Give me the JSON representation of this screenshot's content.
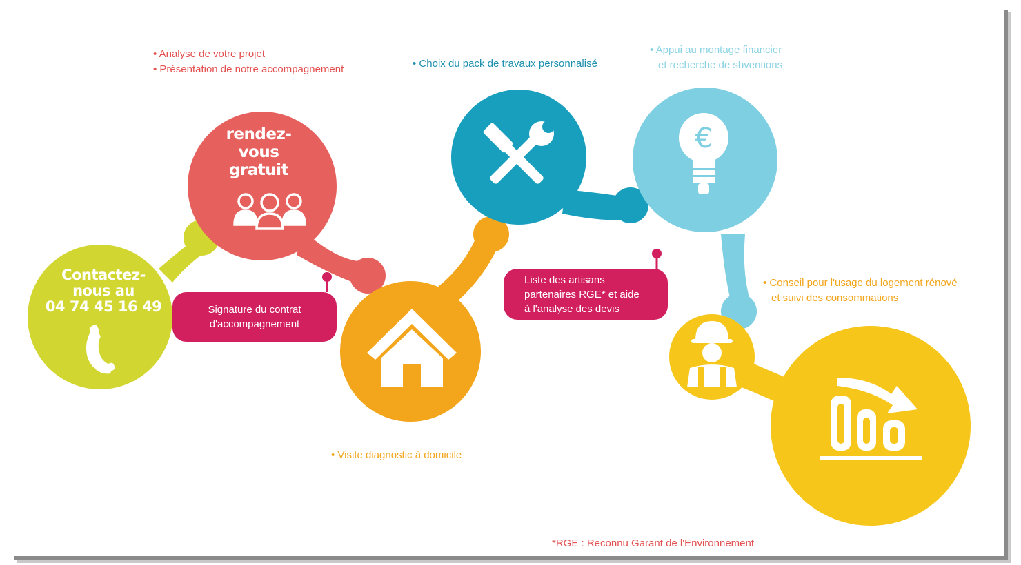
{
  "colors": {
    "lime": "#d2d631",
    "coral": "#e6605d",
    "magenta": "#d21f5e",
    "orange": "#f3a51c",
    "teal": "#199fbe",
    "sky": "#7fcfe2",
    "yellow": "#f6c61b",
    "text_orange": "#f3a51c",
    "text_teal": "#1d8fae",
    "text_sky": "#89d3e2",
    "text_red": "#e35050"
  },
  "step_contact": {
    "line1": "Contactez-",
    "line2": "nous au",
    "phone": "04 74 45 16 49",
    "icon": "phone-icon"
  },
  "step_meeting": {
    "line1": "rendez-",
    "line2": "vous",
    "line3": "gratuit",
    "icon": "people-group-icon",
    "notes": [
      "Analyse de votre projet",
      "Présentation de notre accompagnement"
    ]
  },
  "signature_pill": {
    "line1": "Signature du contrat",
    "line2": "d'accompagnement"
  },
  "step_visit": {
    "icon": "house-icon",
    "note": "Visite diagnostic à domicile"
  },
  "step_works": {
    "icon": "tools-icon",
    "note": "Choix du pack de travaux personnalisé"
  },
  "artisans_pill": {
    "line1": "Liste des artisans",
    "line2": "partenaires RGE* et aide",
    "line3": "à l'analyse des devis"
  },
  "step_financing": {
    "icon": "euro-lightbulb-icon",
    "notes": [
      "Appui au montage financier",
      "et recherche de sbventions"
    ]
  },
  "step_advice": {
    "icon": "worker-icon",
    "notes": [
      "Conseil pour l'usage du logement rénové",
      "et suivi des consommations"
    ]
  },
  "step_results": {
    "icon": "decreasing-consumption-icon"
  },
  "footnote": "*RGE : Reconnu Garant de l'Environnement"
}
